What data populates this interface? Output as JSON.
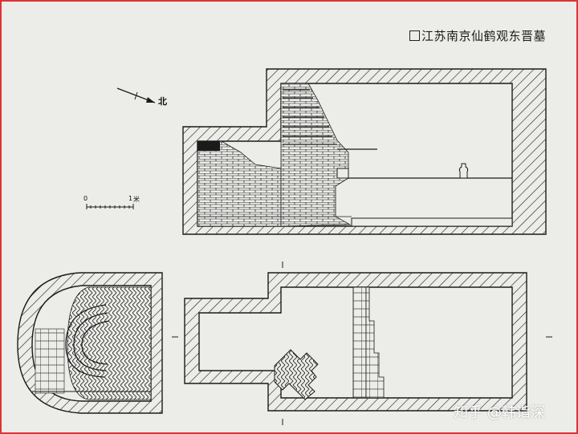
{
  "title": "江苏南京仙鹤观东晋墓",
  "north_label": "北",
  "scale": {
    "zero": "0",
    "one": "1",
    "unit": "米"
  },
  "watermark": "知乎 @韩诣深",
  "colors": {
    "ink": "#1b1b1b",
    "paper": "#ecece9",
    "frame": "#dd3333"
  }
}
